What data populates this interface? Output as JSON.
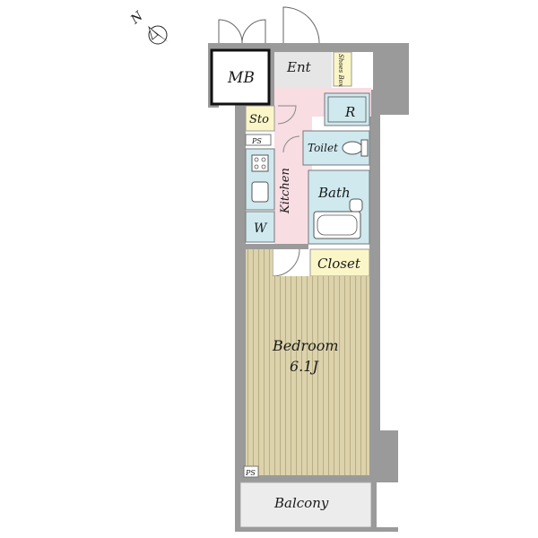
{
  "compass": {
    "letter": "N"
  },
  "rooms": {
    "mb": "MB",
    "ent": "Ent",
    "shoes_box": "Shoes Box",
    "sto": "Sto",
    "ps_top": "PS",
    "r": "R",
    "toilet": "Toilet",
    "kitchen": "Kitchen",
    "bath": "Bath",
    "w": "W",
    "closet": "Closet",
    "bedroom": "Bedroom",
    "bedroom_size": "6.1J",
    "ps_bottom": "PS",
    "balcony": "Balcony"
  },
  "colors": {
    "wall": "#9a9a9a",
    "entrance": "#e6e6e6",
    "kitchen": "#f8dde3",
    "wet_area": "#cfe9ef",
    "storage": "#fbf6c7",
    "bedroom": "#dcd3ac",
    "balcony": "#ececec"
  }
}
